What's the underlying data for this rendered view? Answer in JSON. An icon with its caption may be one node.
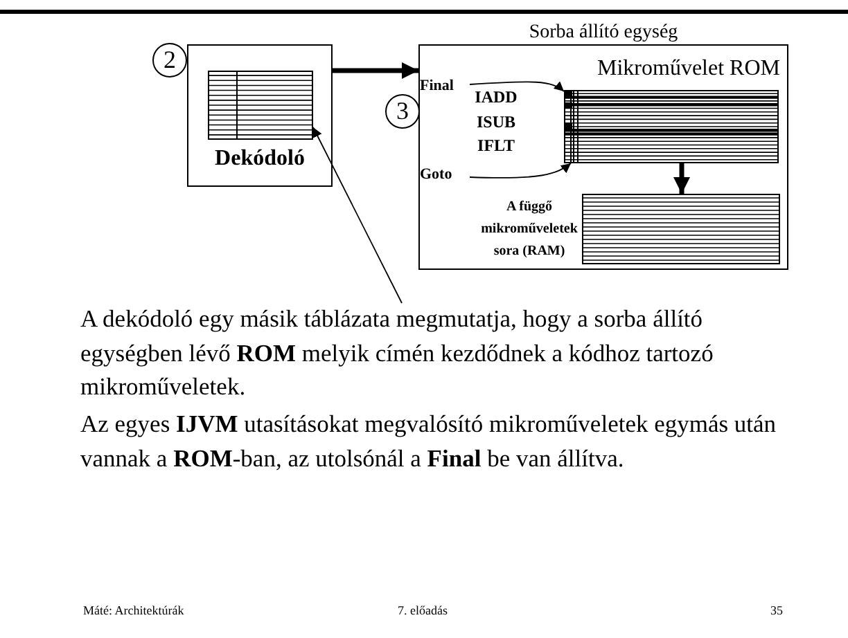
{
  "diagram": {
    "nodes": [
      {
        "text": [
          "Dekódoló"
        ],
        "beside": [
          "2"
        ]
      },
      {
        "text": [],
        "shape": "box",
        "in": 0
      },
      {
        "text": [
          "Sorba állító egység"
        ],
        "beside": [
          "3"
        ]
      },
      {
        "text": [
          "Mikroművelet ROM"
        ],
        "in": 2
      },
      {
        "text": [
          "Final"
        ],
        "in": 2
      },
      {
        "text": [
          "Goto"
        ],
        "in": 2
      },
      {
        "text": [
          "A függő mikroműveletek sora (RAM)"
        ],
        "in": 2
      },
      {
        "text": [
          "A dekódoló egy másik táblázata megmutatja, hogy a sorba állító egységben lévő **ROM** melyik címén kezdődnek a kódhoz tartozó mikroműveletek."
        ]
      }
    ],
    "edges": [
      {
        "from": 0,
        "to": 2,
        "arrow": "to",
        "style": "thick"
      },
      {
        "from": 4,
        "to": 3,
        "arrow": "to"
      },
      {
        "from": 5,
        "to": 3,
        "arrow": "to"
      },
      {
        "from": 3,
        "to": 6,
        "arrow": "to",
        "style": "thick"
      },
      {
        "from": 7,
        "to": 1,
        "arrow": "to"
      }
    ],
    "labels": [
      "IADD",
      "ISUB",
      "IFLT",
      "Az egyes **IJVM** utasításokat megvalósító mikroműveletek egymás után vannak a **ROM**-ban, az utolsónál a **Final** be van állítva.",
      "Máté: Architektúrák",
      "7. előadás",
      "35"
    ]
  }
}
